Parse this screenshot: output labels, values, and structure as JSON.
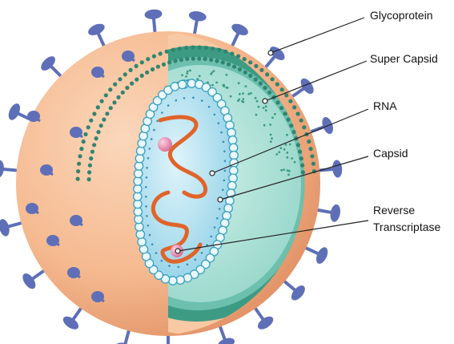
{
  "diagram": {
    "subject": "virus-cross-section",
    "labels": {
      "glycoprotein": "Glycoprotein",
      "super_capsid": "Super Capsid",
      "rna": "RNA",
      "capsid": "Capsid",
      "reverse_transcriptase_line1": "Reverse",
      "reverse_transcriptase_line2": "Transcriptase"
    },
    "colors": {
      "outer_shell": "#f5b98f",
      "outer_shell_shadow": "#e59468",
      "cut_face": "#f7c9a4",
      "membrane": "#3d9b84",
      "matrix": "#a9e0d6",
      "core_fill": "#9ed9ec",
      "core_beads": "#e8f8fb",
      "glycoprotein": "#5e6fb8",
      "rna": "#e0642a",
      "enzyme": "#f08fb3",
      "leader_line": "#222222"
    }
  }
}
